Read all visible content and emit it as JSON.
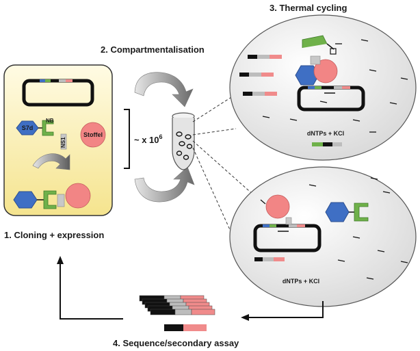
{
  "steps": {
    "cloning": "1. Cloning + expression",
    "compartmentalisation": "2. Compartmentalisation",
    "thermal_cycling": "3. Thermal cycling",
    "sequence_assay": "4. Sequence/secondary assay"
  },
  "labels": {
    "s7d": "S7d",
    "nb": "NB",
    "ns1": "NS1",
    "stoffel": "Stoffel",
    "multiplier_base": "~ x 10",
    "multiplier_exp": "6",
    "reaction_top": "dNTPs + KCl",
    "reaction_bottom": "dNTPs + KCl"
  },
  "colors": {
    "cell_fill": "#f7e9a8",
    "droplet_fill": "#efefef",
    "s7d": "#3f6fc4",
    "nb": "#6fb14a",
    "stoffel": "#f28585",
    "ns1": "#c8c8c8",
    "segment_black": "#111111",
    "segment_grey": "#bdbdbd",
    "segment_red": "#f08b8b",
    "segment_blue": "#3f6fc4",
    "segment_green": "#6fb14a"
  }
}
